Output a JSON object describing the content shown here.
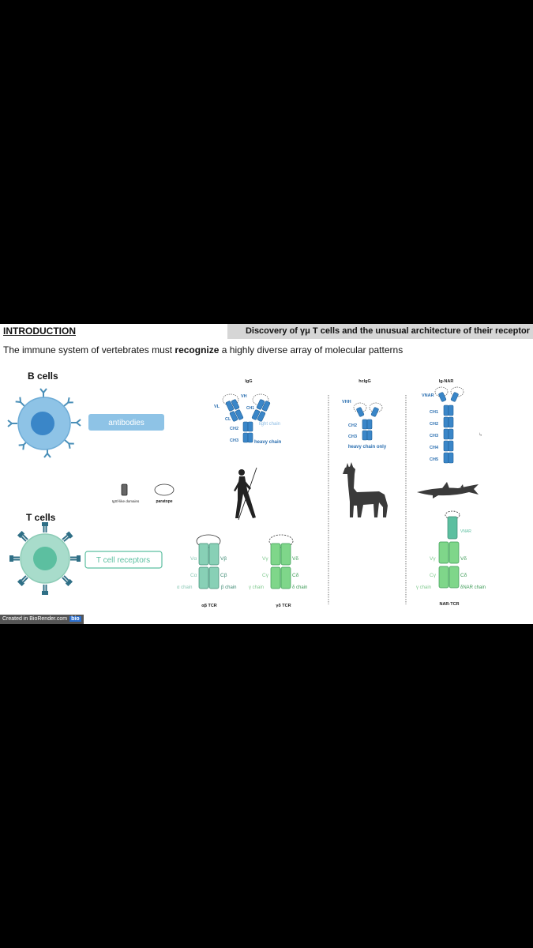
{
  "header": {
    "left_title": "INTRODUCTION",
    "right_title": "Discovery of γμ T cells and the unusual architecture of their receptor"
  },
  "subtitle": {
    "before": "The immune system of vertebrates must ",
    "bold": "recognize",
    "after": " a highly diverse array of molecular patterns"
  },
  "bcell": {
    "label": "B cells",
    "product": "antibodies"
  },
  "tcell": {
    "label": "T cells",
    "product": "T cell receptors"
  },
  "legend": {
    "domain": "IgSf-like domains",
    "paratope": "paratope"
  },
  "igg": {
    "title": "IgG",
    "vh": "VH",
    "vl": "VL",
    "ch1": "CH1",
    "cl": "CL",
    "ch2": "CH2",
    "ch3": "CH3",
    "light_chain": "light chain",
    "heavy_chain": "heavy chain"
  },
  "hcigg": {
    "title": "hcIgG",
    "vhh": "VHH",
    "ch2": "CH2",
    "ch3": "CH3",
    "caption": "heavy chain only"
  },
  "ignar": {
    "title": "Ig-NAR",
    "vnar": "VNAR",
    "domains": [
      "CH1",
      "CH2",
      "CH3",
      "CH4",
      "CH5"
    ]
  },
  "ab_tcr": {
    "title": "αβ TCR",
    "va": "Vα",
    "vb": "Vβ",
    "ca": "Cα",
    "cb": "Cβ",
    "alpha_chain": "α chain",
    "beta_chain": "β chain"
  },
  "gd_tcr": {
    "title": "γδ TCR",
    "vg": "Vγ",
    "vd": "Vδ",
    "cg": "Cγ",
    "cd": "Cδ",
    "gamma_chain": "γ chain",
    "delta_chain": "δ chain"
  },
  "nar_tcr": {
    "title": "NAR-TCR",
    "vnar": "VNAR",
    "vg": "Vγ",
    "vd": "Vδ",
    "cg": "Cγ",
    "cd": "Cδ",
    "gamma_chain": "γ chain",
    "delta_chain": "δNAR chain"
  },
  "footer": {
    "text": "Created in BioRender.com",
    "badge": "bio"
  },
  "colors": {
    "antibody_blue": "#3a86c8",
    "bcell_light": "#8ec3e6",
    "bcell_nucleus": "#3a86c8",
    "tcell_light": "#a8dccb",
    "tcell_nucleus": "#5cbfa0",
    "tcr_teal": "#88d0b6",
    "gd_green": "#7fd68a",
    "label_teal": "#6fb8a3",
    "silhouette": "#333333"
  }
}
